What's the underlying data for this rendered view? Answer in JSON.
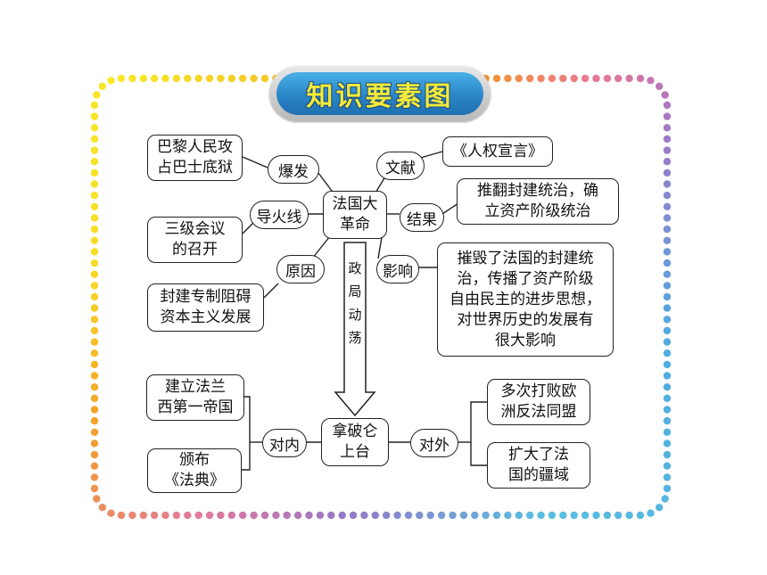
{
  "title": "知识要素图",
  "center": "法国大\n革命",
  "left_branches": [
    {
      "label": "爆发",
      "content": "巴黎人民攻\n占巴士底狱"
    },
    {
      "label": "导火线",
      "content": "三级会议\n的召开"
    },
    {
      "label": "原因",
      "content": "封建专制阻碍\n资本主义发展"
    }
  ],
  "right_branches": [
    {
      "label": "文献",
      "content": "《人权宣言》"
    },
    {
      "label": "结果",
      "content": "推翻封建统治，确\n立资产阶级统治"
    },
    {
      "label": "影响",
      "content": "摧毁了法国的封建统\n治，传播了资产阶级\n自由民主的进步思想，\n对世界历史的发展有\n很大影响"
    }
  ],
  "arrow_label": "政局动荡",
  "arrow_chars": [
    "政",
    "局",
    "动",
    "荡"
  ],
  "bottom_center": "拿破仑\n上台",
  "domestic": {
    "label": "对内",
    "items": [
      "建立法兰\n西第一帝国",
      "颁布\n《法典》"
    ]
  },
  "foreign": {
    "label": "对外",
    "items": [
      "多次打败欧\n洲反法同盟",
      "扩大了法\n国的疆域"
    ]
  }
}
